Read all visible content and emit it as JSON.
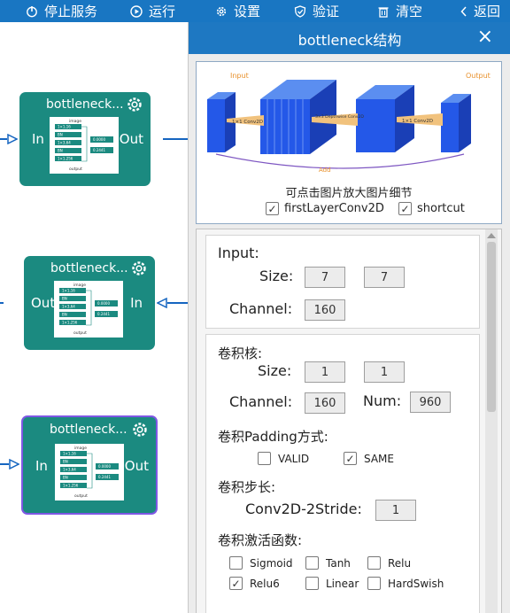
{
  "toolbar": {
    "items": [
      {
        "label": "停止服务",
        "icon": "power-icon"
      },
      {
        "label": "运行",
        "icon": "play-icon"
      },
      {
        "label": "设置",
        "icon": "gear-icon"
      },
      {
        "label": "验证",
        "icon": "shield-check-icon"
      },
      {
        "label": "清空",
        "icon": "trash-icon"
      },
      {
        "label": "返回",
        "icon": "chevron-left-icon"
      }
    ]
  },
  "canvas": {
    "nodes": [
      {
        "title": "bottleneck...",
        "left_port": "In",
        "right_port": "Out",
        "selected": false
      },
      {
        "title": "bottleneck...",
        "left_port": "Out",
        "right_port": "In",
        "selected": false
      },
      {
        "title": "bottleneck...",
        "left_port": "In",
        "right_port": "Out",
        "selected": true
      }
    ],
    "thumb": {
      "image": "image",
      "rows": [
        "1×1,16",
        "BN",
        "1×3,64",
        "BN",
        "1×1,256"
      ],
      "values": [
        "0.0000",
        "0.2441"
      ],
      "output": "output"
    },
    "node_color": "#1b8a80",
    "selected_border": "#7e57e4"
  },
  "panel": {
    "title": "bottleneck结构",
    "close": "×",
    "diagram": {
      "input_label": "Input",
      "output_label": "Output",
      "add_label": "Add",
      "arrows": [
        "1×1 Conv2D",
        "3×3 Depthwise Conv2D",
        "1×1 Conv2D"
      ]
    },
    "image_hint": "可点击图片放大图片细节",
    "flags": [
      {
        "label": "firstLayerConv2D",
        "checked": true
      },
      {
        "label": "shortcut",
        "checked": true
      }
    ],
    "input_section": {
      "title": "Input:",
      "size_label": "Size:",
      "size": [
        "7",
        "7"
      ],
      "channel_label": "Channel:",
      "channel": "160"
    },
    "kernel_section": {
      "title": "卷积核:",
      "size_label": "Size:",
      "size": [
        "1",
        "1"
      ],
      "channel_label": "Channel:",
      "channel": "160",
      "num_label": "Num:",
      "num": "960",
      "padding_title": "卷积Padding方式:",
      "padding_options": [
        {
          "label": "VALID",
          "checked": false
        },
        {
          "label": "SAME",
          "checked": true
        }
      ],
      "stride_title": "卷积步长:",
      "stride_label": "Conv2D-2Stride:",
      "stride": "1",
      "activation_title": "卷积激活函数:",
      "activations": [
        {
          "label": "Sigmoid",
          "checked": false
        },
        {
          "label": "Tanh",
          "checked": false
        },
        {
          "label": "Relu",
          "checked": false
        },
        {
          "label": "Relu6",
          "checked": true
        },
        {
          "label": "Linear",
          "checked": false
        },
        {
          "label": "HardSwish",
          "checked": false
        }
      ]
    }
  }
}
